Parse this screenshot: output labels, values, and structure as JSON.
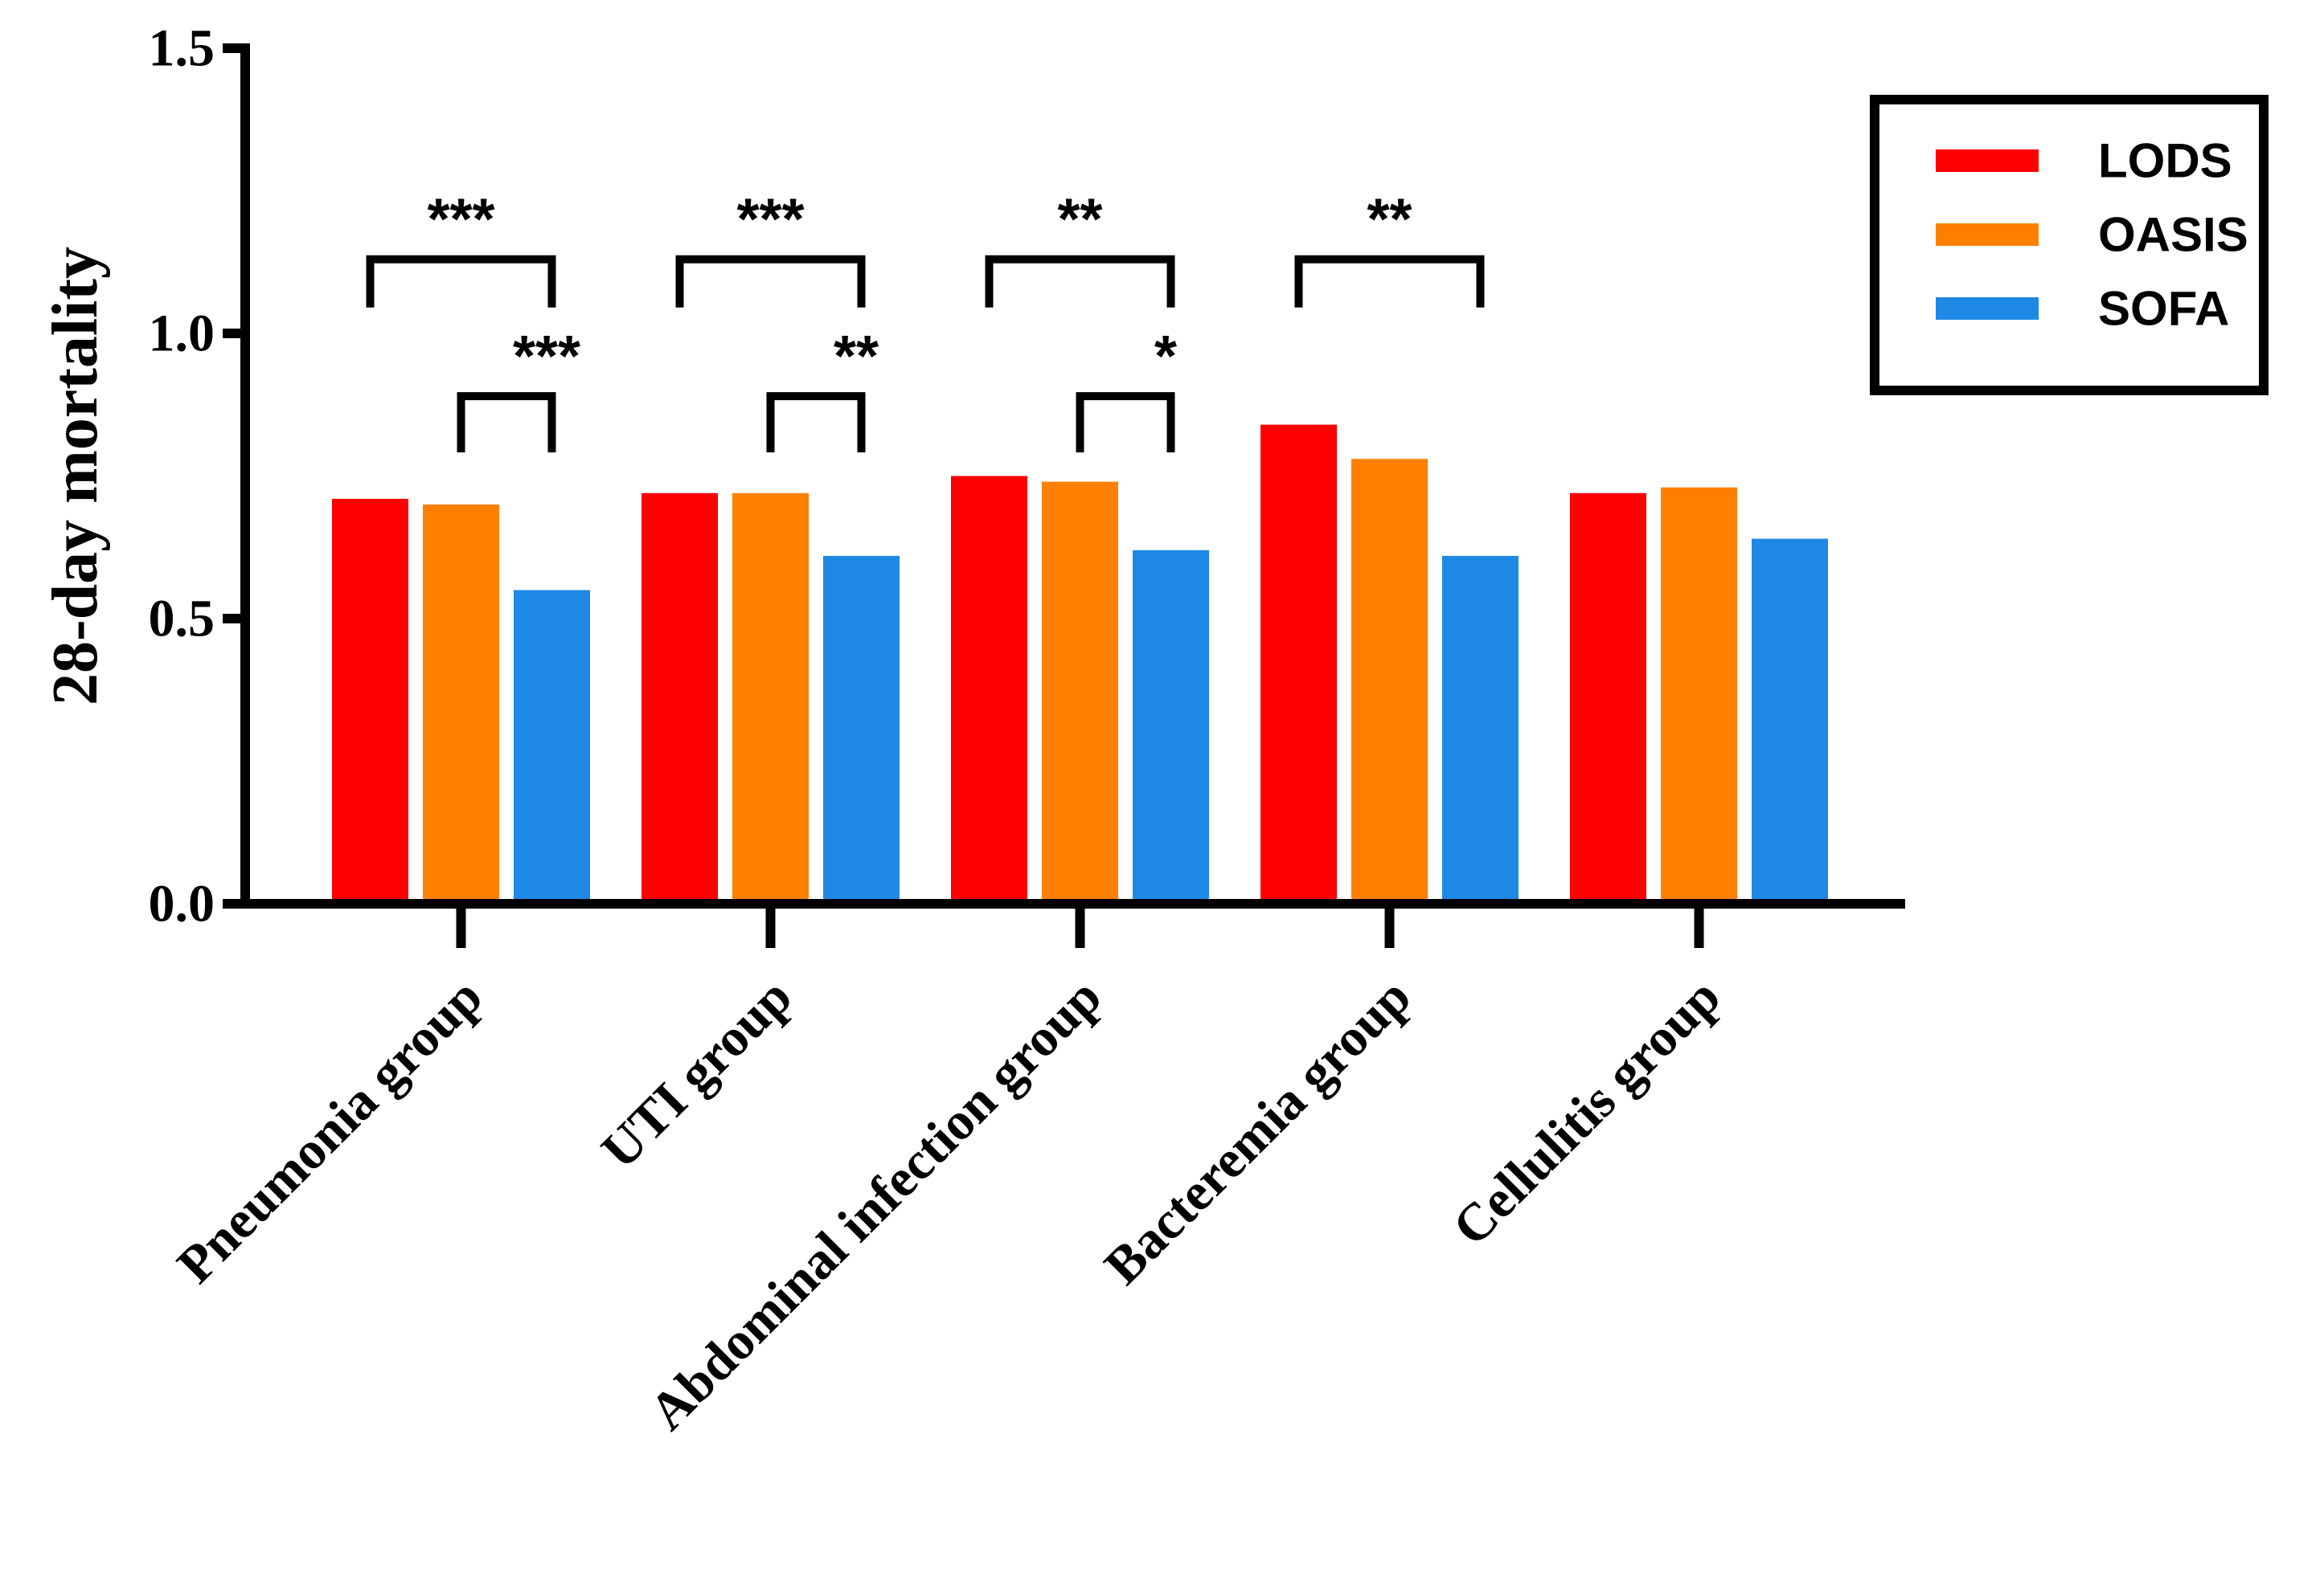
{
  "chart_data": {
    "type": "bar",
    "title": "",
    "xlabel": "",
    "ylabel": "28-day mortality",
    "ylim": [
      0,
      1.5
    ],
    "yticks": [
      "0.0",
      "0.5",
      "1.0",
      "1.5"
    ],
    "grid": false,
    "legend_position": "top-right",
    "categories": [
      "Pneumonia group",
      "UTI group",
      "Abdominal infection group",
      "Bacteremia group",
      "Cellulitis group"
    ],
    "series": [
      {
        "name": "LODS",
        "color": "#ff0000",
        "values": [
          0.71,
          0.72,
          0.75,
          0.84,
          0.72
        ]
      },
      {
        "name": "OASIS",
        "color": "#ff8000",
        "values": [
          0.7,
          0.72,
          0.74,
          0.78,
          0.73
        ]
      },
      {
        "name": "SOFA",
        "color": "#1e88e5",
        "values": [
          0.55,
          0.61,
          0.62,
          0.61,
          0.64
        ]
      }
    ],
    "annotations": [
      {
        "category": 0,
        "from_series": 0,
        "to_series": 2,
        "level": 1.13,
        "label": "***"
      },
      {
        "category": 0,
        "from_series": 1,
        "to_series": 2,
        "level": 0.89,
        "label": "***"
      },
      {
        "category": 1,
        "from_series": 0,
        "to_series": 2,
        "level": 1.13,
        "label": "***"
      },
      {
        "category": 1,
        "from_series": 1,
        "to_series": 2,
        "level": 0.89,
        "label": "**"
      },
      {
        "category": 2,
        "from_series": 0,
        "to_series": 2,
        "level": 1.13,
        "label": "**"
      },
      {
        "category": 2,
        "from_series": 1,
        "to_series": 2,
        "level": 0.89,
        "label": "*"
      },
      {
        "category": 3,
        "from_series": 0,
        "to_series": 2,
        "level": 1.13,
        "label": "**"
      }
    ]
  }
}
